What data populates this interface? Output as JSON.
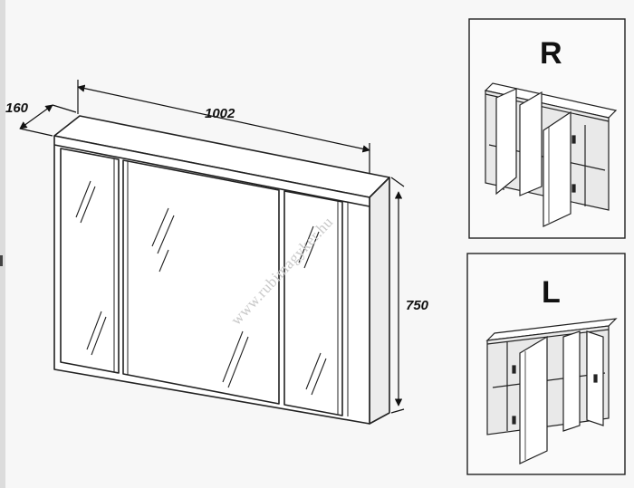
{
  "dimensions": {
    "depth": "160",
    "width": "1002",
    "height": "750"
  },
  "variants": [
    {
      "label": "R"
    },
    {
      "label": "L"
    }
  ],
  "watermark": "www.rubimagyker.hu"
}
